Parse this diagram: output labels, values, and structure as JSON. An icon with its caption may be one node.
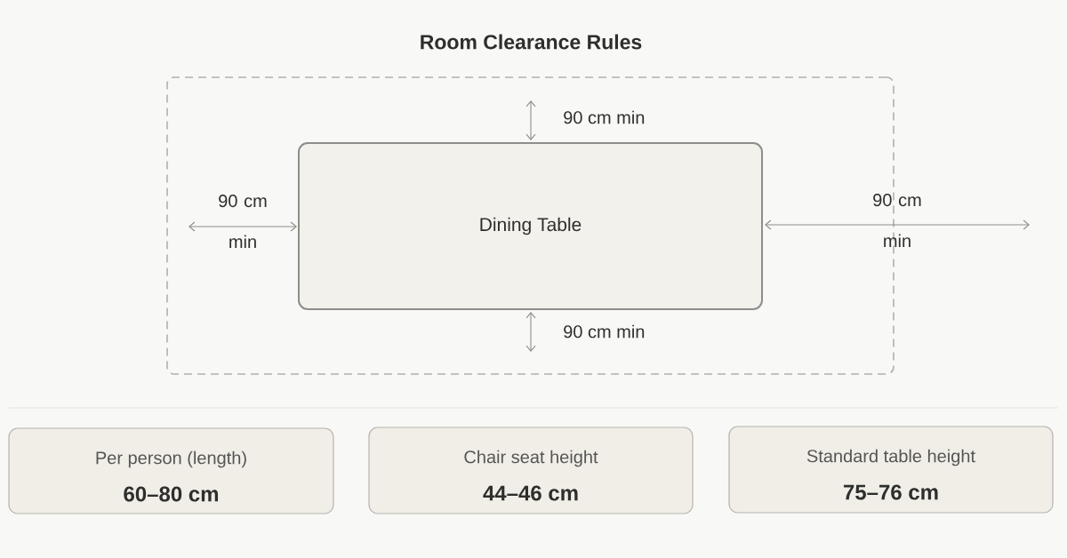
{
  "diagram": {
    "title": "Room Clearance Rules",
    "nodes": [
      {
        "text": [],
        "shape": "box"
      },
      {
        "text": [
          "Dining Table"
        ],
        "in": 0
      },
      {
        "text": [
          "Per person (length)",
          "60–80 cm"
        ]
      },
      {
        "text": [
          "Chair seat height",
          "44–46 cm"
        ]
      },
      {
        "text": [
          "Standard table height",
          "75–76 cm"
        ]
      }
    ],
    "edges": [],
    "labels": [
      "90 cm min",
      "90 cm min",
      "90 cm min",
      "90 cm min"
    ]
  }
}
